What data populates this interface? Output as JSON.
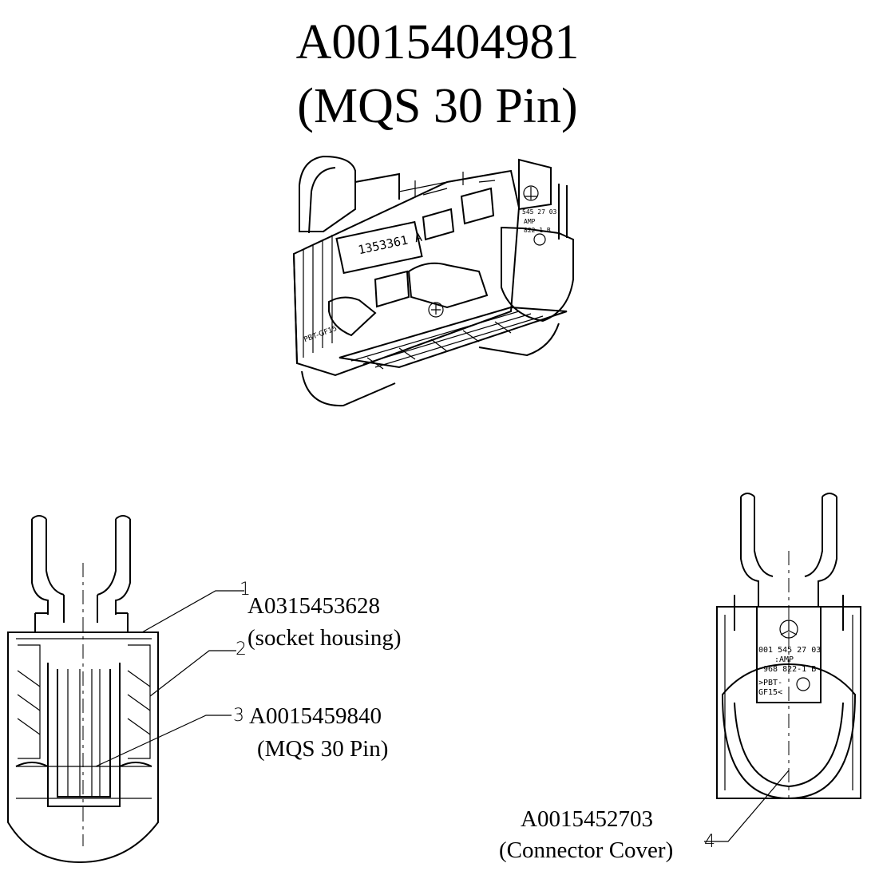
{
  "title": {
    "part_number": "A0015404981",
    "description": "(MQS  30 Pin)"
  },
  "iso_view": {
    "housing_marking": "1353361  A",
    "side_label": "PBT-GF15",
    "cover_codes": [
      "545 27 03",
      "AMP",
      "822-1 B"
    ]
  },
  "callouts": [
    {
      "number": "1",
      "part_number": "A0315453628",
      "description": "(socket housing)"
    },
    {
      "number": "2",
      "part_number": "",
      "description": ""
    },
    {
      "number": "3",
      "part_number": "A0015459840",
      "description": "(MQS  30 Pin)"
    },
    {
      "number": "4",
      "part_number": "A0015452703",
      "description": "(Connector Cover)"
    }
  ],
  "cover_plate": {
    "line1": "001  545  27  03",
    "line2": ":AMP",
    "line3": "968  822-1  B",
    "line4": ">PBT-",
    "line5": "GF15<"
  }
}
